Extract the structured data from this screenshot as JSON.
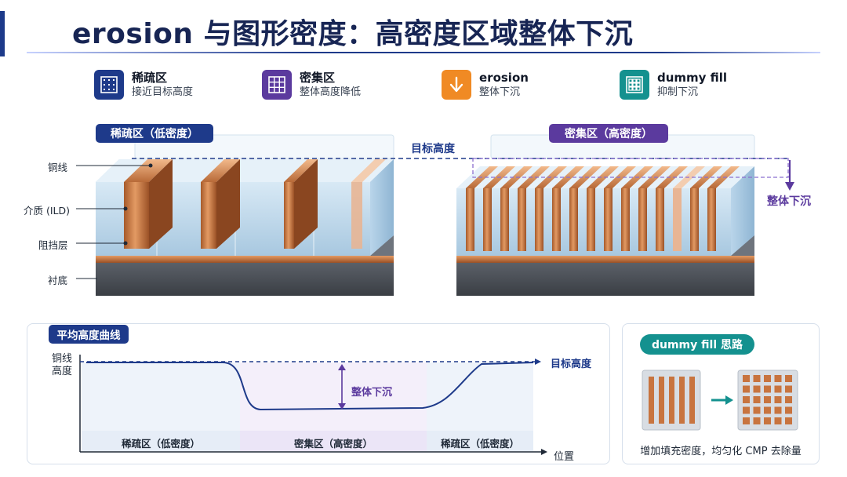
{
  "title": "erosion 与图形密度：高密度区域整体下沉",
  "legend": [
    {
      "key": "sparse",
      "name": "稀疏区",
      "desc": "接近目标高度",
      "icon": "sparse-grid-icon",
      "color": "#1e3a8a"
    },
    {
      "key": "dense",
      "name": "密集区",
      "desc": "整体高度降低",
      "icon": "dense-grid-icon",
      "color": "#5b3a9e"
    },
    {
      "key": "erosion",
      "name": "erosion",
      "desc": "整体下沉",
      "icon": "down-arrow-icon",
      "color": "#f08a24"
    },
    {
      "key": "dummy",
      "name": "dummy fill",
      "desc": "抑制下沉",
      "icon": "fill-grid-icon",
      "color": "#14918f"
    }
  ],
  "diagram": {
    "sparse_tag": "稀疏区（低密度）",
    "dense_tag": "密集区（高密度）",
    "target_height": "目标高度",
    "sink_label": "整体下沉",
    "layers": [
      "铜线",
      "介质 (ILD)",
      "阻挡层",
      "衬底"
    ]
  },
  "curve": {
    "title": "平均高度曲线",
    "ylabel_line1": "铜线",
    "ylabel_line2": "高度",
    "xlabel": "位置",
    "target_label": "目标高度",
    "sink_label": "整体下沉",
    "regions": [
      "稀疏区（低密度）",
      "密集区（高密度）",
      "稀疏区（低密度）"
    ]
  },
  "dummy": {
    "title": "dummy fill 思路",
    "caption": "增加填充密度，均匀化 CMP 去除量"
  },
  "colors": {
    "navy": "#1e3a8a",
    "purple": "#5b3a9e",
    "orange": "#f08a24",
    "teal": "#14918f",
    "copper": "#c8743f"
  }
}
